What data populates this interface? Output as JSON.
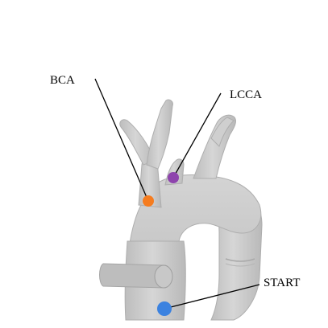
{
  "labels": {
    "bca": "BCA",
    "lcca": "LCCA",
    "start": "START"
  },
  "markers": {
    "bca": {
      "color": "#f57c1f"
    },
    "lcca": {
      "color": "#8e44ad"
    },
    "start": {
      "color": "#3b82e0"
    }
  },
  "colors": {
    "vessel": "#c9c9c9",
    "vessel_shade": "#b3b3b3",
    "leader_line": "#000000"
  }
}
